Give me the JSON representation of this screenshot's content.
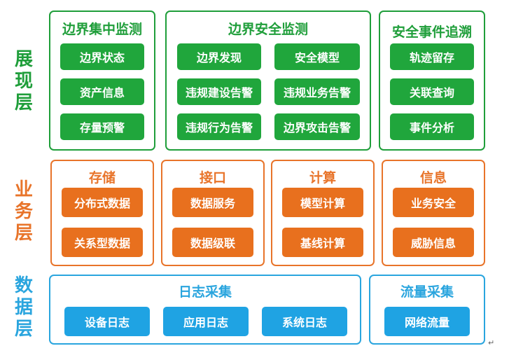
{
  "layers": {
    "presentation": {
      "label": "展现层",
      "color": "#1f9e3a",
      "groups": [
        {
          "title": "边界集中监测",
          "items": [
            "边界状态",
            "资产信息",
            "存量预警"
          ]
        },
        {
          "title": "边界安全监测",
          "items": [
            "边界发现",
            "安全模型",
            "违规建设告警",
            "违规业务告警",
            "违规行为告警",
            "边界攻击告警"
          ]
        },
        {
          "title": "安全事件追溯",
          "items": [
            "轨迹留存",
            "关联查询",
            "事件分析"
          ]
        }
      ]
    },
    "business": {
      "label": "业务层",
      "color": "#e8742a",
      "groups": [
        {
          "title": "存储",
          "items": [
            "分布式数据",
            "关系型数据"
          ]
        },
        {
          "title": "接口",
          "items": [
            "数据服务",
            "数据级联"
          ]
        },
        {
          "title": "计算",
          "items": [
            "模型计算",
            "基线计算"
          ]
        },
        {
          "title": "信息",
          "items": [
            "业务安全",
            "威胁信息"
          ]
        }
      ]
    },
    "data": {
      "label": "数据层",
      "color": "#2aa5de",
      "groups": [
        {
          "title": "日志采集",
          "items": [
            "设备日志",
            "应用日志",
            "系统日志"
          ]
        },
        {
          "title": "流量采集",
          "items": [
            "网络流量"
          ]
        }
      ]
    }
  },
  "paragraph_mark": "↵"
}
